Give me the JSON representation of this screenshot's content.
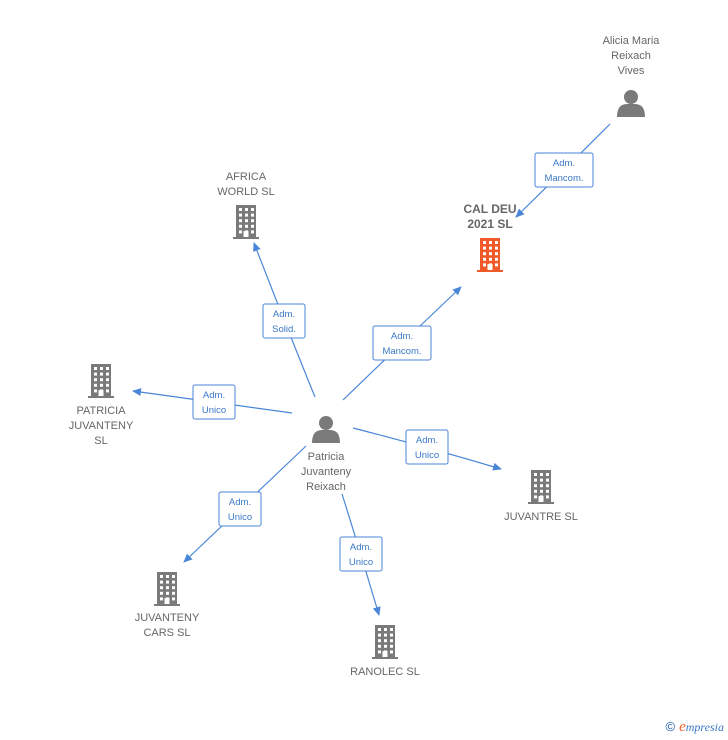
{
  "colors": {
    "edge": "#4a86d8",
    "node": "#7a7a7a",
    "highlight": "#f05a28",
    "label": "#666666"
  },
  "nodes": [
    {
      "id": "alicia",
      "type": "person",
      "lines": [
        "Alicia Maria",
        "Reixach",
        "Vives"
      ]
    },
    {
      "id": "caldeu",
      "type": "company",
      "highlight": true,
      "lines": [
        "CAL DEU",
        "2021  SL"
      ]
    },
    {
      "id": "africa",
      "type": "company",
      "lines": [
        "AFRICA",
        "WORLD  SL"
      ]
    },
    {
      "id": "patricia_sl",
      "type": "company",
      "lines": [
        "PATRICIA",
        "JUVANTENY",
        "SL"
      ]
    },
    {
      "id": "patricia",
      "type": "person",
      "lines": [
        "Patricia",
        "Juvanteny",
        "Reixach"
      ]
    },
    {
      "id": "juvantre",
      "type": "company",
      "lines": [
        "JUVANTRE  SL"
      ]
    },
    {
      "id": "cars",
      "type": "company",
      "lines": [
        "JUVANTENY",
        "CARS  SL"
      ]
    },
    {
      "id": "ranolec",
      "type": "company",
      "lines": [
        "RANOLEC  SL"
      ]
    }
  ],
  "edges": [
    {
      "from": "alicia",
      "to": "caldeu",
      "lines": [
        "Adm.",
        "Mancom."
      ]
    },
    {
      "from": "patricia",
      "to": "africa",
      "lines": [
        "Adm.",
        "Solid."
      ]
    },
    {
      "from": "patricia",
      "to": "caldeu",
      "lines": [
        "Adm.",
        "Mancom."
      ]
    },
    {
      "from": "patricia",
      "to": "patricia_sl",
      "lines": [
        "Adm.",
        "Unico"
      ]
    },
    {
      "from": "patricia",
      "to": "juvantre",
      "lines": [
        "Adm.",
        "Unico"
      ]
    },
    {
      "from": "patricia",
      "to": "cars",
      "lines": [
        "Adm.",
        "Unico"
      ]
    },
    {
      "from": "patricia",
      "to": "ranolec",
      "lines": [
        "Adm.",
        "Unico"
      ]
    }
  ],
  "footer": {
    "copyright": "©",
    "brand_e": "e",
    "brand_rest": "mpresia"
  }
}
